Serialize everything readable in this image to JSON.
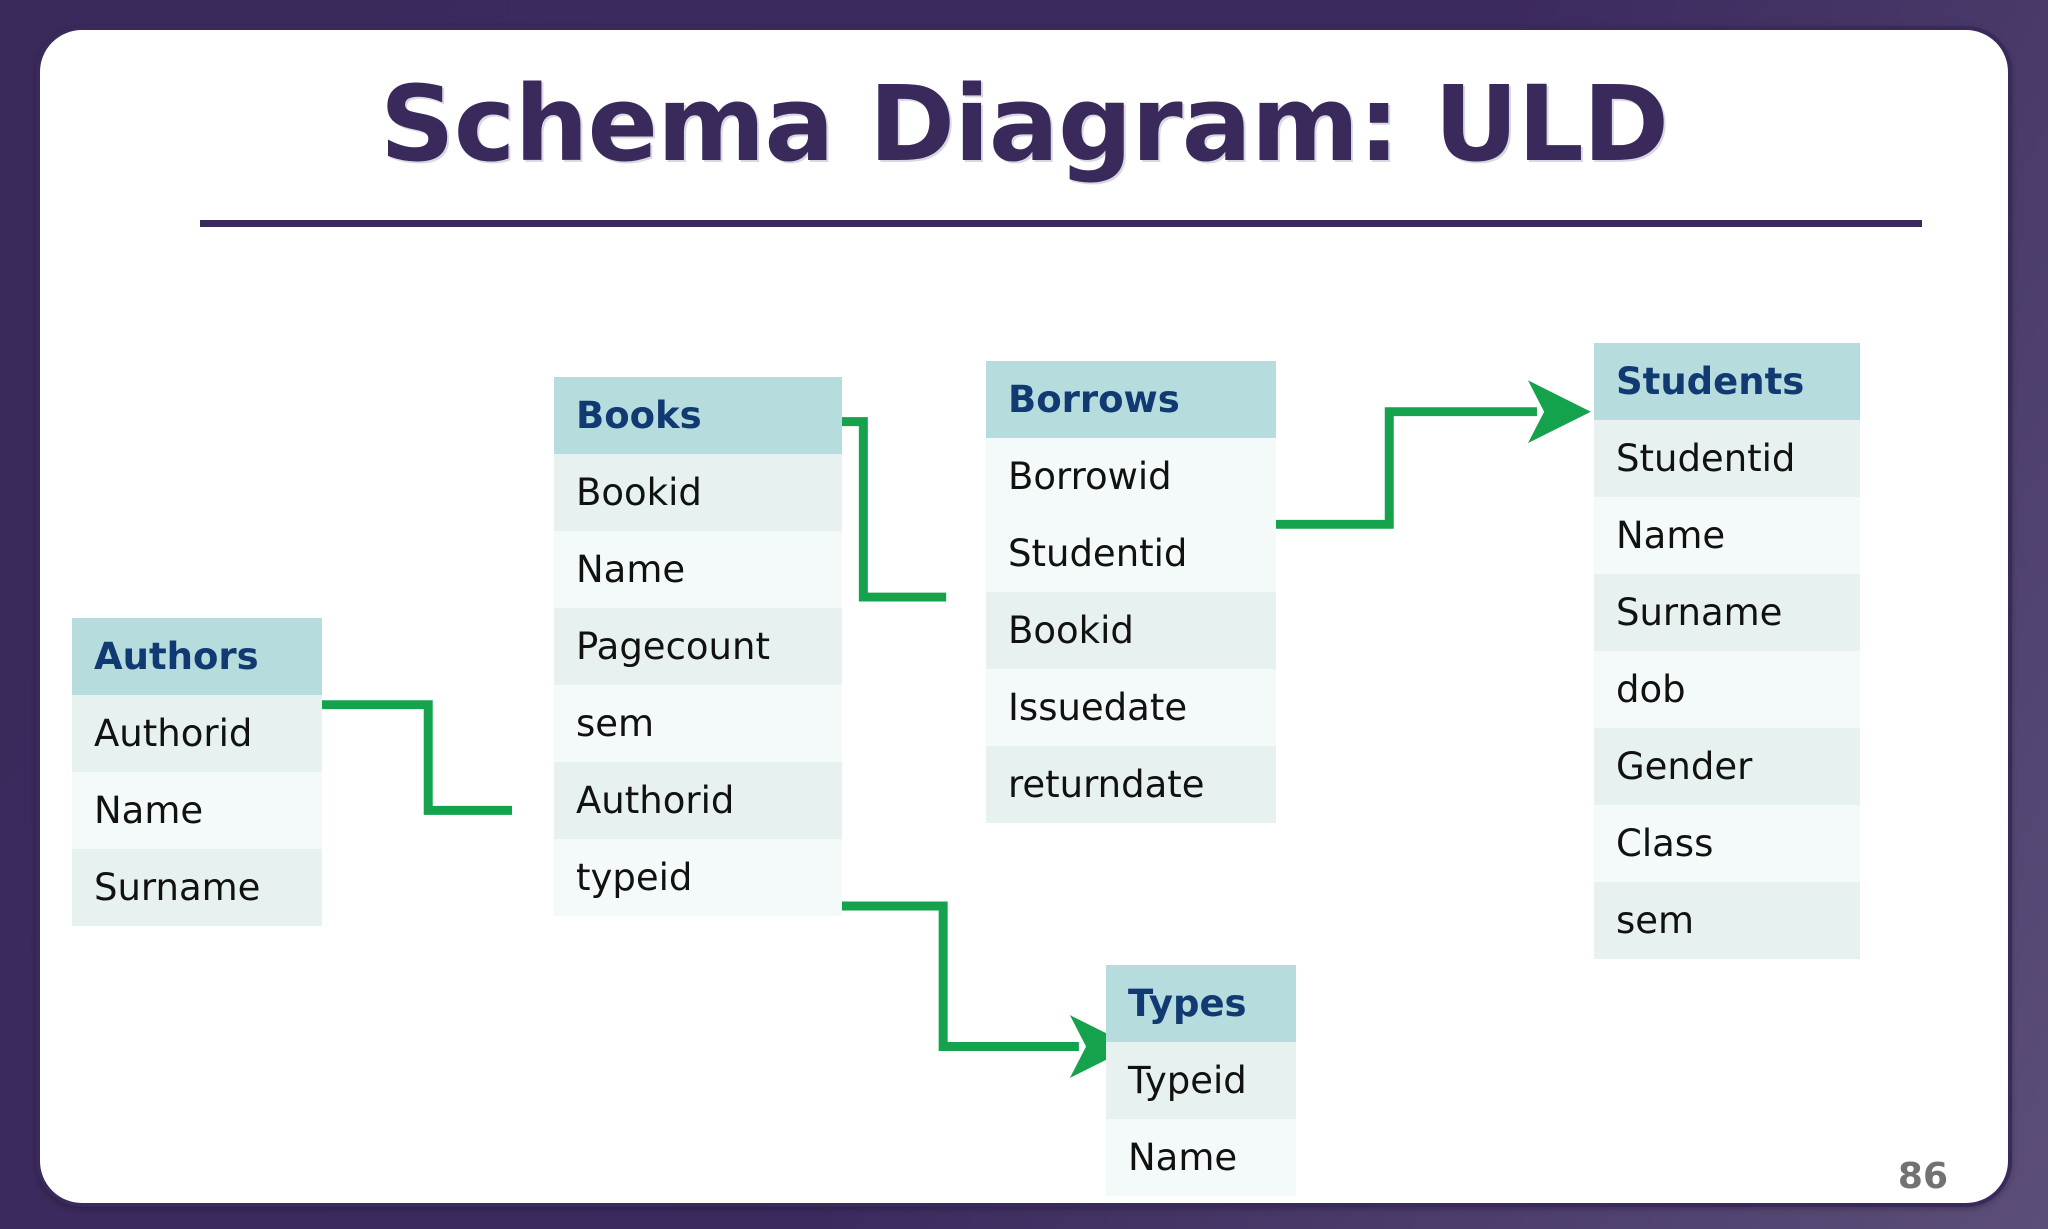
{
  "slide": {
    "title": "Schema Diagram: ULD",
    "page_number": "86",
    "colors": {
      "frame_purple": "#3a2a5c",
      "title_purple": "#3a2a5c",
      "header_teal": "#b6dcdd",
      "header_text_navy": "#123a72",
      "row_light": "#e6f1f0",
      "row_lighter": "#f4faf9",
      "connector_green": "#14a24c",
      "field_text": "#111111"
    }
  },
  "diagram": {
    "type": "database-schema",
    "entities": [
      {
        "id": "authors",
        "name": "Authors",
        "fields": [
          "Authorid",
          "Name",
          "Surname"
        ]
      },
      {
        "id": "books",
        "name": "Books",
        "fields": [
          "Bookid",
          "Name",
          "Pagecount",
          "sem",
          "Authorid",
          "typeid"
        ]
      },
      {
        "id": "borrows",
        "name": "Borrows",
        "fields": [
          "Borrowid",
          "Studentid",
          "Bookid",
          "Issuedate",
          "returndate"
        ]
      },
      {
        "id": "types",
        "name": "Types",
        "fields": [
          "Typeid",
          "Name"
        ]
      },
      {
        "id": "students",
        "name": "Students",
        "fields": [
          "Studentid",
          "Name",
          "Surname",
          "dob",
          "Gender",
          "Class",
          "sem"
        ]
      }
    ],
    "relationships": [
      {
        "id": "books-authorid-to-authors-authorid",
        "from_entity": "Books",
        "from_field": "Authorid",
        "to_entity": "Authors",
        "to_field": "Authorid"
      },
      {
        "id": "borrows-bookid-to-books-bookid",
        "from_entity": "Borrows",
        "from_field": "Bookid",
        "to_entity": "Books",
        "to_field": "Bookid"
      },
      {
        "id": "borrows-studentid-to-students-studentid",
        "from_entity": "Borrows",
        "from_field": "Studentid",
        "to_entity": "Students",
        "to_field": "Studentid"
      },
      {
        "id": "books-typeid-to-types-typeid",
        "from_entity": "Books",
        "from_field": "typeid",
        "to_entity": "Types",
        "to_field": "Typeid"
      }
    ]
  }
}
